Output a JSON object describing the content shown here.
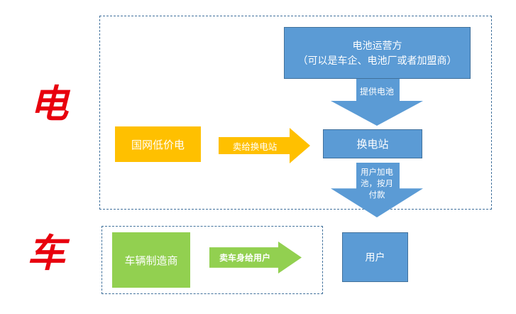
{
  "diagram_title": "battery-swap business model diagram",
  "colors": {
    "blue_fill": "#5B9BD5",
    "blue_border": "#41719C",
    "yellow_fill": "#FFC000",
    "green_fill": "#92D050",
    "red_label": "#E8000D",
    "dashed_border": "#41719C",
    "text_on_shapes": "#FFFFFF"
  },
  "section_labels": {
    "electric": "电",
    "vehicle": "车"
  },
  "electric_section": {
    "operator_box": {
      "lines": [
        "电池运营方",
        "（可以是车企、电池厂或者加盟商）"
      ]
    },
    "provide_arrow_label": "提供电池",
    "swap_station_box": "换电站",
    "grid_box": "国网低价电",
    "sell_to_station_arrow_label": "卖给换电站",
    "user_pay_arrow": {
      "lines": [
        "用户加电",
        "池，按月",
        "付款"
      ]
    }
  },
  "vehicle_section": {
    "manufacturer_box": "车辆制造商",
    "sell_body_arrow_label": "卖车身给用户",
    "user_box": "用户"
  }
}
